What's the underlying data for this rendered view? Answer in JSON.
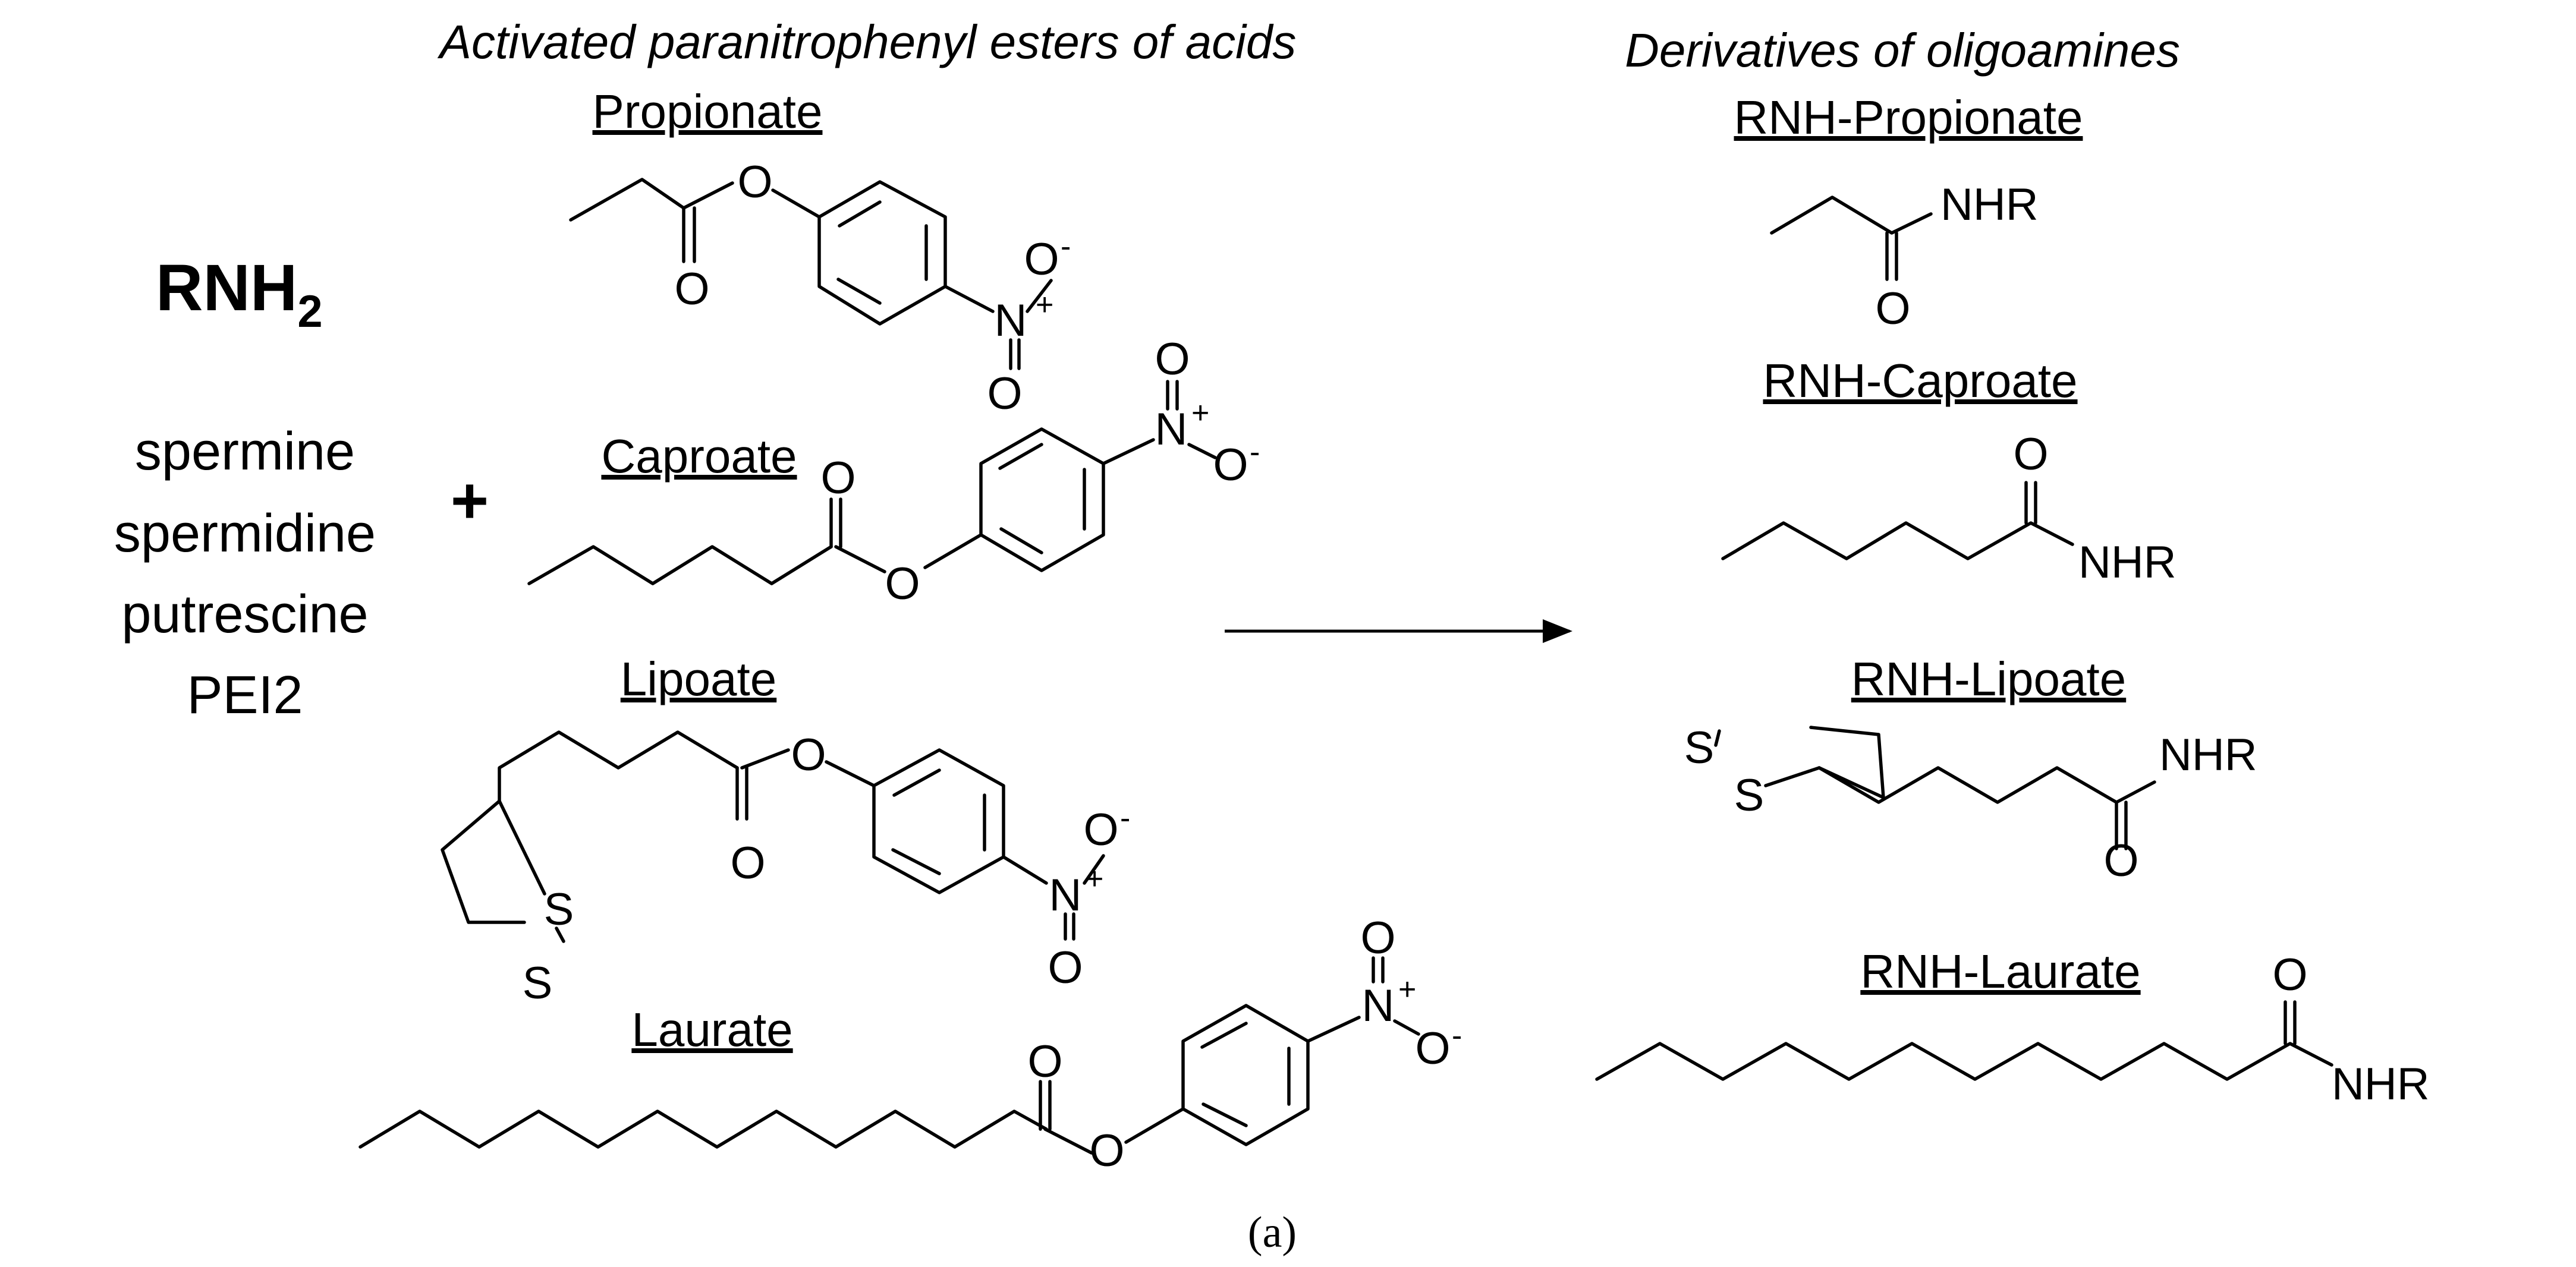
{
  "headers": {
    "reactants": "Activated paranitrophenyl esters of acids",
    "products": "Derivatives of oligoamines"
  },
  "amine": {
    "formula": "RNH",
    "subscript": "2",
    "examples": [
      "spermine",
      "spermidine",
      "putrescine",
      "PEI2"
    ],
    "plus": "+"
  },
  "esters": [
    {
      "name": "Propionate"
    },
    {
      "name": "Caproate"
    },
    {
      "name": "Lipoate"
    },
    {
      "name": "Laurate"
    }
  ],
  "products": [
    {
      "name": "RNH-Propionate"
    },
    {
      "name": "RNH-Caproate"
    },
    {
      "name": "RNH-Lipoate"
    },
    {
      "name": "RNH-Laurate"
    }
  ],
  "atoms": {
    "oxygen": "O",
    "nitrogen": "N",
    "sulfur": "S",
    "amide": "NHR",
    "plus_charge": "+",
    "minus_charge": "-"
  },
  "caption": "(a)",
  "colors": {
    "ink": "#000000",
    "background": "#ffffff"
  }
}
